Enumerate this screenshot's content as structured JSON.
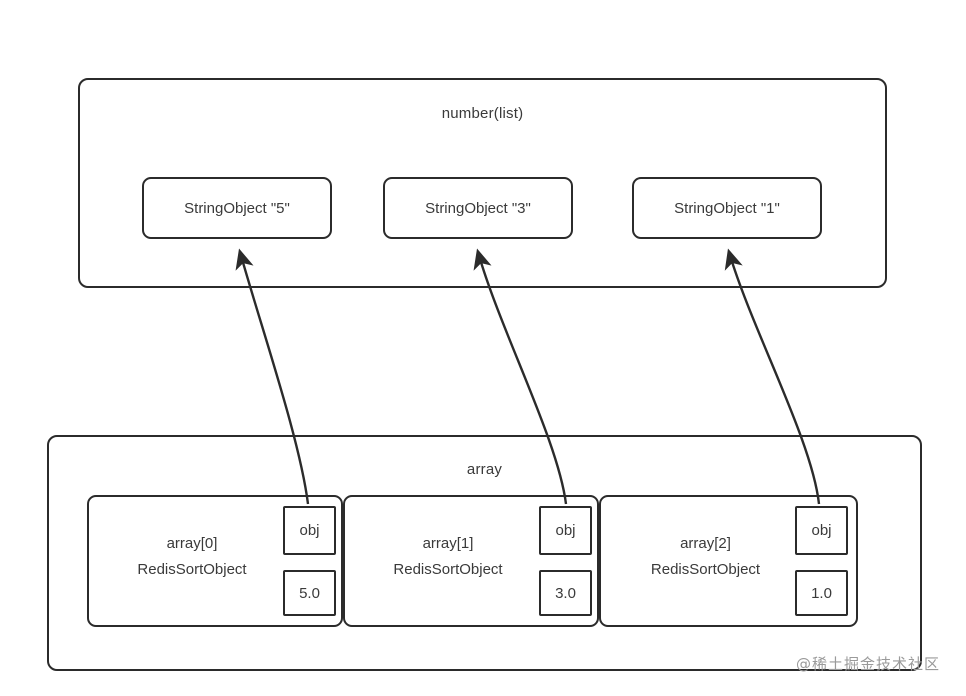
{
  "diagram": {
    "list_container": {
      "title": "number(list)",
      "nodes": [
        {
          "label": "StringObject \"5\""
        },
        {
          "label": "StringObject \"3\""
        },
        {
          "label": "StringObject \"1\""
        }
      ]
    },
    "array_container": {
      "title": "array",
      "cells": [
        {
          "index_label": "array[0]",
          "type_label": "RedisSortObject",
          "obj_label": "obj",
          "score_label": "5.0"
        },
        {
          "index_label": "array[1]",
          "type_label": "RedisSortObject",
          "obj_label": "obj",
          "score_label": "3.0"
        },
        {
          "index_label": "array[2]",
          "type_label": "RedisSortObject",
          "obj_label": "obj",
          "score_label": "1.0"
        }
      ]
    },
    "watermark": "@稀土掘金技术社区",
    "colors": {
      "stroke": "#2b2b2b",
      "text": "#3a3a3a",
      "background": "#ffffff",
      "watermark": "#9a9a9a"
    }
  }
}
